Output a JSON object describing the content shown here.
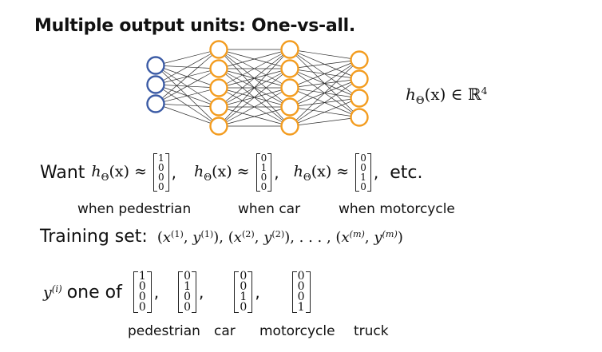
{
  "title": "Multiple output units: One-vs-all.",
  "colors": {
    "input_node": "#3b5ba5",
    "hidden_node": "#f39c1f",
    "edge": "#2b2b2b"
  },
  "network": {
    "layers": [
      3,
      5,
      5,
      4
    ]
  },
  "output_space": {
    "func": "h",
    "sub": "Θ",
    "arg": "(x) ∈ ℝ",
    "exp": "4"
  },
  "want": {
    "prefix": "Want",
    "approx": "(x) ≈",
    "func": "h",
    "sub": "Θ",
    "etc": "etc.",
    "vectors": [
      [
        "1",
        "0",
        "0",
        "0"
      ],
      [
        "0",
        "1",
        "0",
        "0"
      ],
      [
        "0",
        "0",
        "1",
        "0"
      ]
    ],
    "labels": [
      "when pedestrian",
      "when car",
      "when motorcycle"
    ]
  },
  "training": {
    "label": "Training set:",
    "formula": "(x(1), y(1)), (x(2), y(2)), . . . , (x(m), y(m))"
  },
  "yi": {
    "var": "y",
    "sup": "(i)",
    "text": "one of",
    "vectors": [
      [
        "1",
        "0",
        "0",
        "0"
      ],
      [
        "0",
        "1",
        "0",
        "0"
      ],
      [
        "0",
        "0",
        "1",
        "0"
      ],
      [
        "0",
        "0",
        "0",
        "1"
      ]
    ],
    "labels": [
      "pedestrian",
      "car",
      "motorcycle",
      "truck"
    ]
  }
}
